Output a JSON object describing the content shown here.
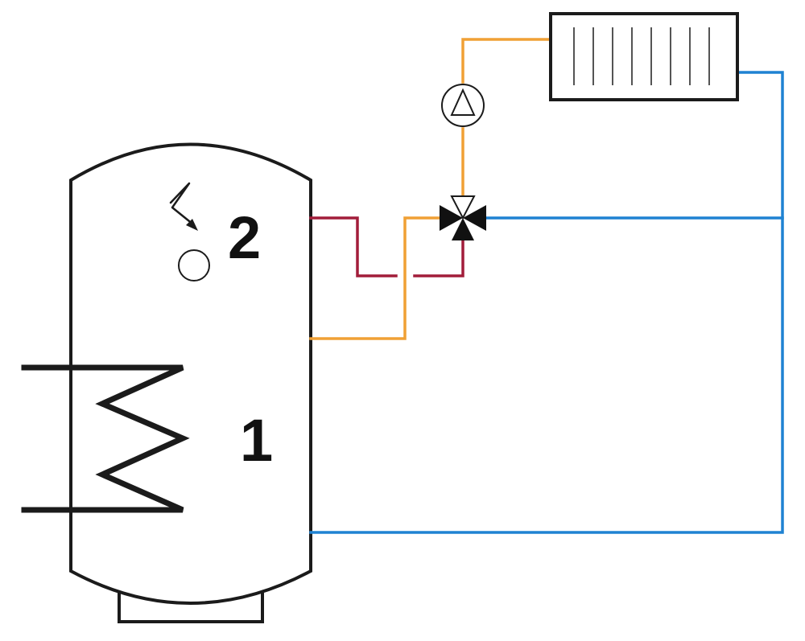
{
  "labels": {
    "tank_zone_1": "1",
    "tank_zone_2": "2"
  },
  "colors": {
    "background": "#ffffff",
    "outline": "#1b1b1b",
    "supply_orange": "#f0a035",
    "return_blue": "#1f82d2",
    "bypass_red": "#a21d3a"
  },
  "icons": [
    "storage-tank",
    "heating-coil-icon",
    "temperature-sensor-icon",
    "electric-heater-icon",
    "pump-icon",
    "three-way-valve-icon",
    "radiator-icon"
  ]
}
